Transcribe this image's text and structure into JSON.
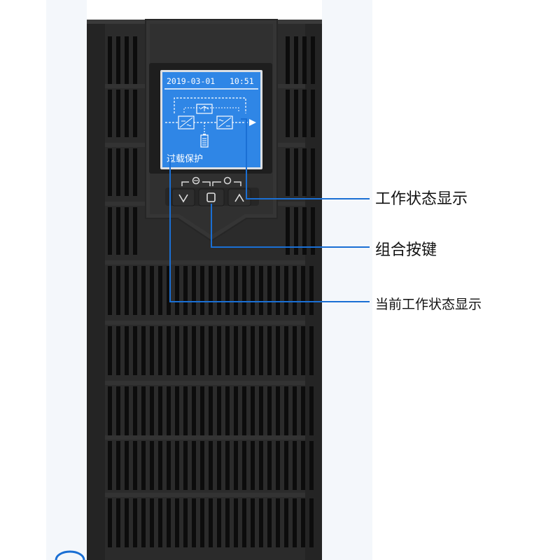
{
  "lcd": {
    "date": "2019-03-01",
    "time": "10:51",
    "status": "过载保护"
  },
  "callouts": {
    "working_status_display": "工作状态显示",
    "combination_buttons": "组合按键",
    "current_working_status_display": "当前工作状态显示"
  },
  "colors": {
    "background": "#ffffff",
    "side_strip": "#f4f7fb",
    "cabinet_body": "#2b2b2b",
    "vent_slot": "#0c0c0c",
    "panel_bezel": "#353535",
    "lcd_background": "#2f86e6",
    "lcd_frame": "#dcdfe3",
    "lcd_ink": "#ffffff",
    "leader_line": "#1a6fd4",
    "callout_text": "#111111"
  },
  "icons": {
    "down_button": "chevron-down-icon",
    "enter_button": "square-button-icon",
    "up_button": "chevron-up-icon",
    "minus_symbol": "minus-circle-icon",
    "power_symbol": "circle-icon"
  }
}
